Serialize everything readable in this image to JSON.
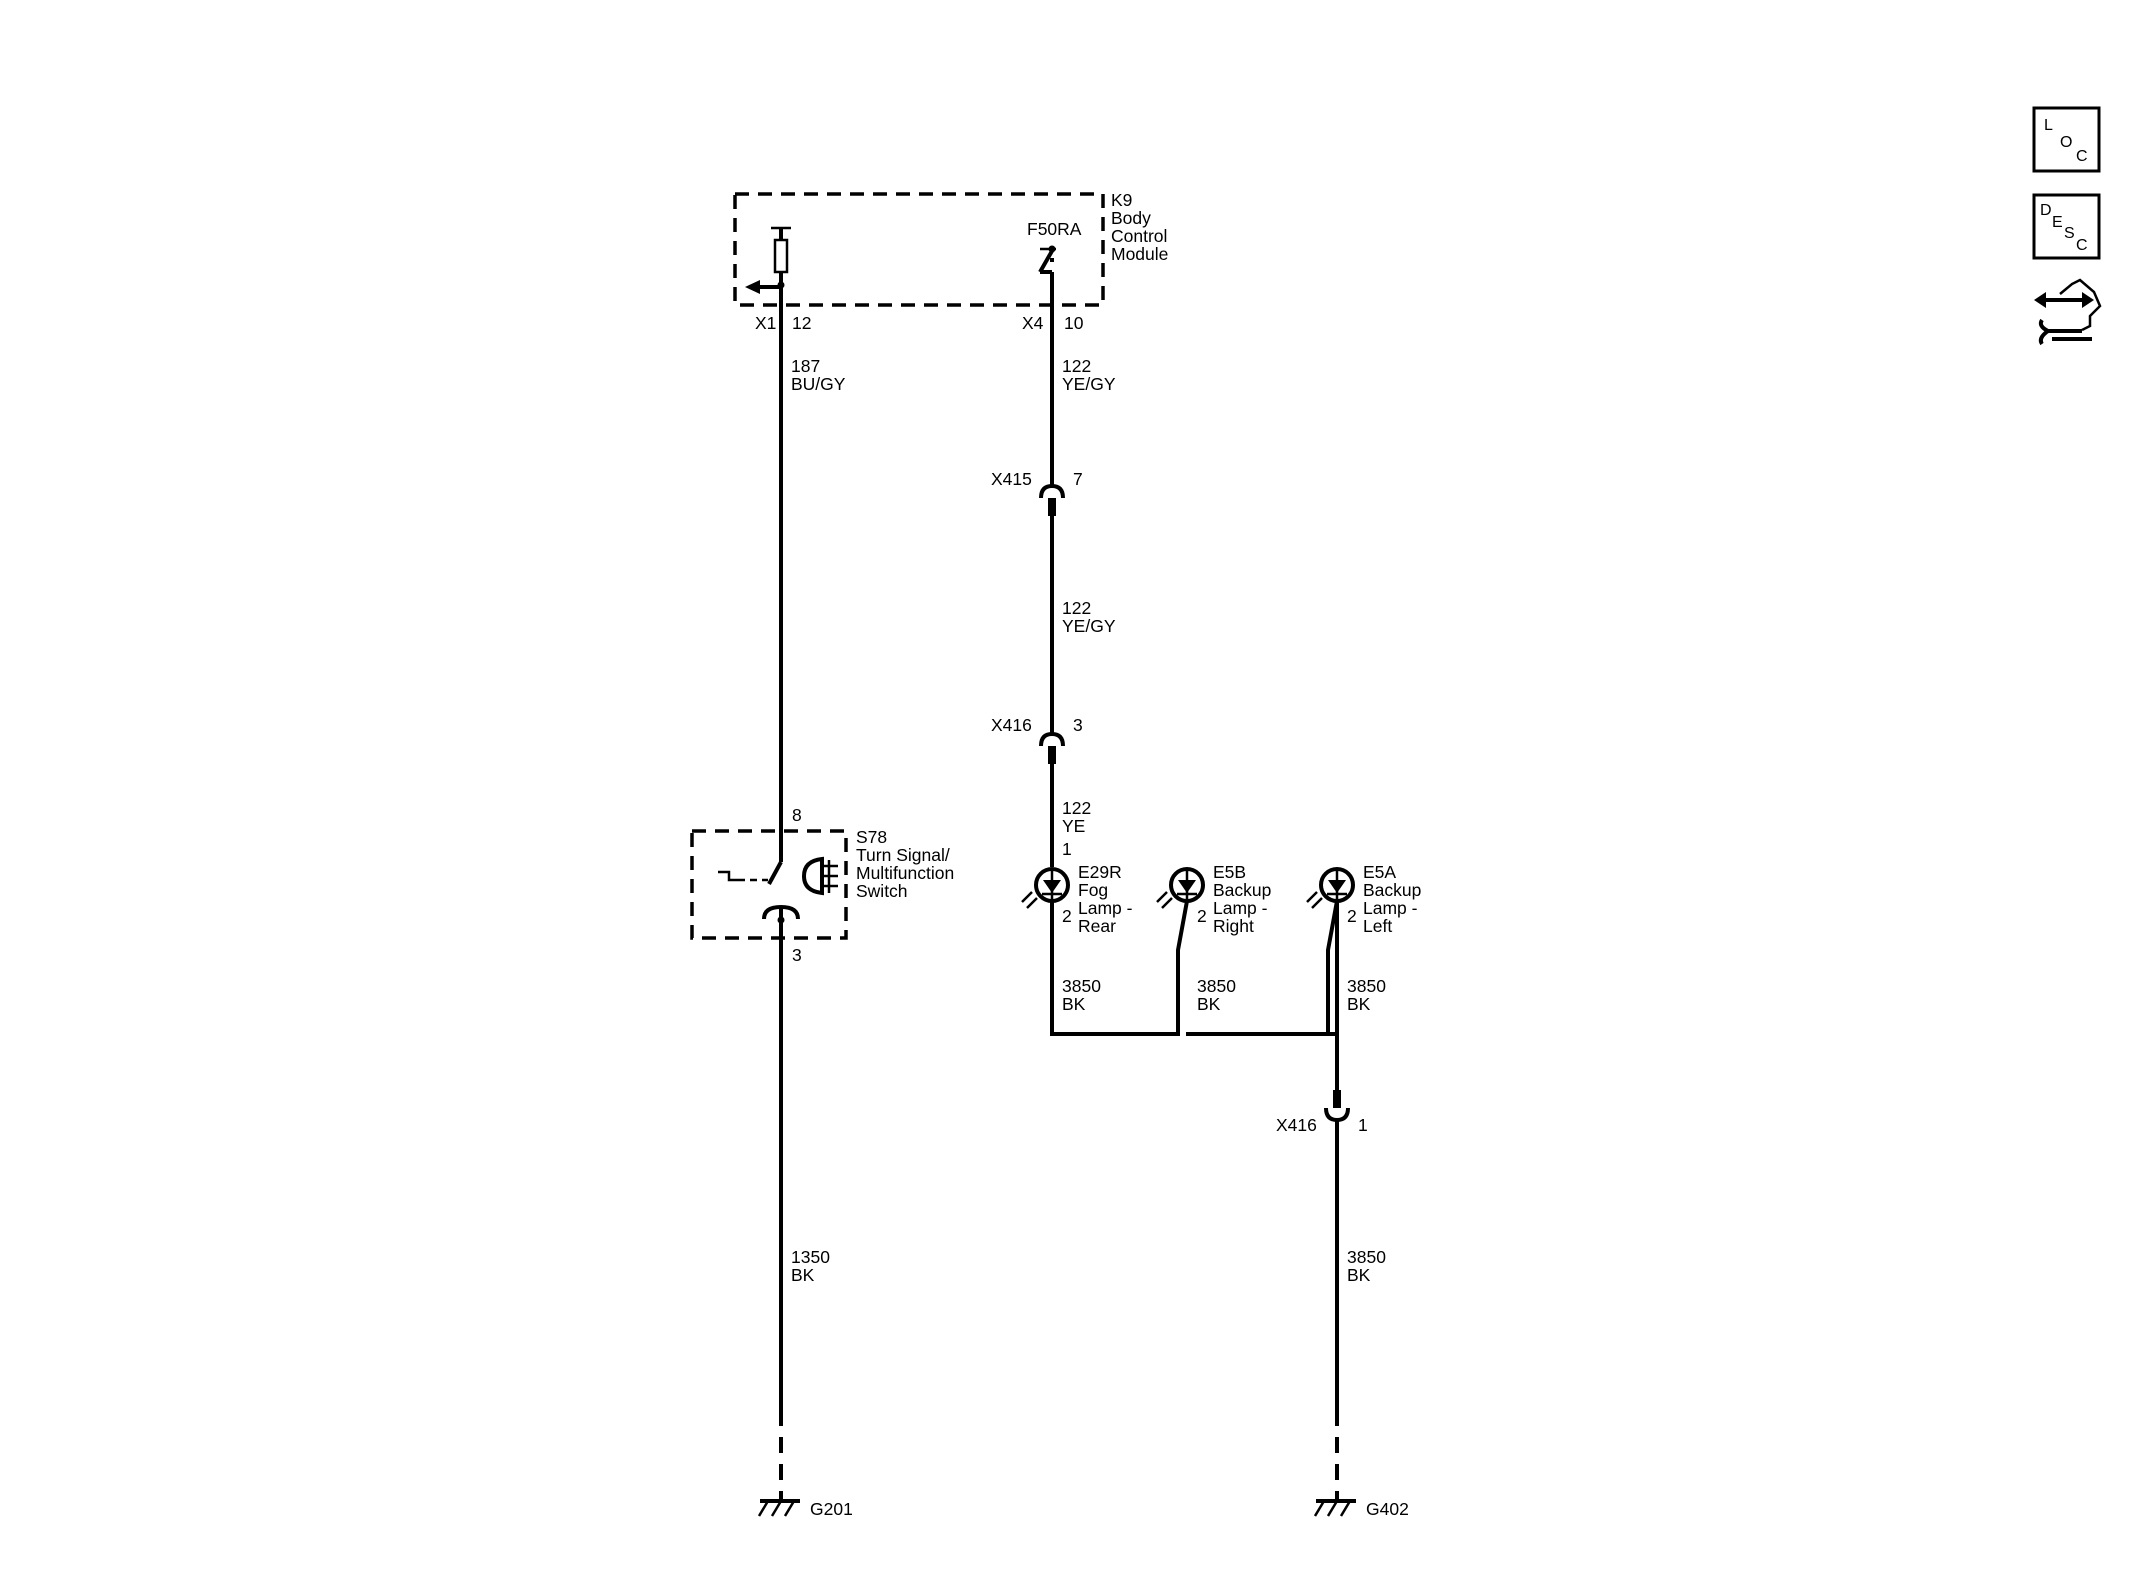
{
  "modules": {
    "k9": {
      "ref": "K9",
      "name": [
        "Body",
        "Control",
        "Module"
      ],
      "output": "F50RA"
    },
    "s78": {
      "ref": "S78",
      "name": [
        "Turn Signal/",
        "Multifunction",
        "Switch"
      ]
    }
  },
  "connectors": {
    "x1": {
      "name": "X1",
      "pin": "12"
    },
    "x4": {
      "name": "X4",
      "pin": "10"
    },
    "x415": {
      "name": "X415",
      "pin": "7"
    },
    "x416a": {
      "name": "X416",
      "pin": "3"
    },
    "x416b": {
      "name": "X416",
      "pin": "1"
    }
  },
  "pins": {
    "s78_in": "8",
    "s78_out": "3",
    "e29r_1": "1",
    "e29r_2": "2",
    "e5b_2": "2",
    "e5a_2": "2"
  },
  "circuits": {
    "c187": [
      "187",
      "BU/GY"
    ],
    "c122a": [
      "122",
      "YE/GY"
    ],
    "c122b": [
      "122",
      "YE/GY"
    ],
    "c122c": [
      "122",
      "YE"
    ],
    "c3850a": [
      "3850",
      "BK"
    ],
    "c3850b": [
      "3850",
      "BK"
    ],
    "c3850c": [
      "3850",
      "BK"
    ],
    "c3850d": [
      "3850",
      "BK"
    ],
    "c1350": [
      "1350",
      "BK"
    ]
  },
  "lamps": {
    "e29r": {
      "ref": "E29R",
      "name": [
        "Fog",
        "Lamp -",
        "Rear"
      ]
    },
    "e5b": {
      "ref": "E5B",
      "name": [
        "Backup",
        "Lamp -",
        "Right"
      ]
    },
    "e5a": {
      "ref": "E5A",
      "name": [
        "Backup",
        "Lamp -",
        "Left"
      ]
    }
  },
  "grounds": {
    "g201": "G201",
    "g402": "G402"
  },
  "side_icons": {
    "loc": {
      "letters": [
        "L",
        "O",
        "C"
      ],
      "icon": "location-icon"
    },
    "desc": {
      "letters": [
        "D",
        "E",
        "S",
        "C"
      ],
      "icon": "description-icon"
    },
    "service": {
      "icon": "service-arrows-wrench-icon"
    }
  }
}
